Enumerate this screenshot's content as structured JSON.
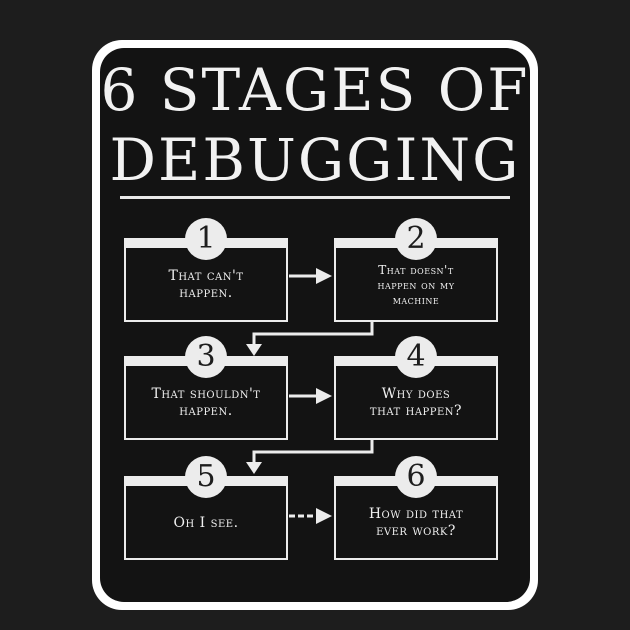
{
  "title": {
    "line1": "6 STAGES OF",
    "line2": "DEBUGGING"
  },
  "stages": [
    {
      "number": "1",
      "text": "That can't\nhappen."
    },
    {
      "number": "2",
      "text": "That doesn't\nhappen on my\nmachine"
    },
    {
      "number": "3",
      "text": "That shouldn't\nhappen."
    },
    {
      "number": "4",
      "text": "Why does\nthat happen?"
    },
    {
      "number": "5",
      "text": "Oh I see."
    },
    {
      "number": "6",
      "text": "How did that\never work?"
    }
  ],
  "colors": {
    "sticker_background": "#131313",
    "sticker_border": "#ffffff",
    "ink": "#ececec",
    "page_background": "#1d1d1d"
  }
}
